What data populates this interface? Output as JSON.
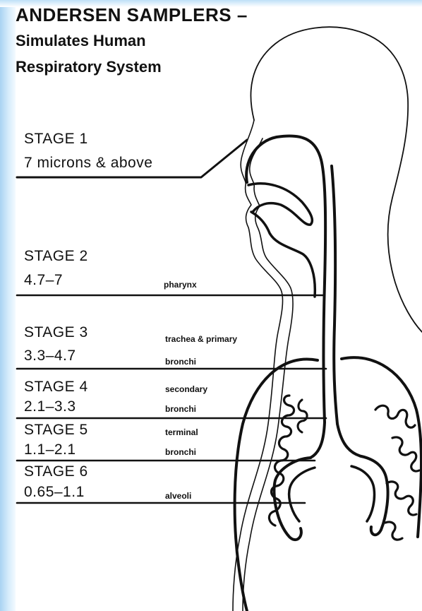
{
  "title": {
    "line1": "ANDERSEN SAMPLERS –",
    "line2": "Simulates Human",
    "line3": "Respiratory System"
  },
  "stages": [
    {
      "label": "STAGE 1",
      "range": "7 microns & above"
    },
    {
      "label": "STAGE 2",
      "range": "4.7–7"
    },
    {
      "label": "STAGE 3",
      "range": "3.3–4.7"
    },
    {
      "label": "STAGE 4",
      "range": "2.1–3.3"
    },
    {
      "label": "STAGE 5",
      "range": "1.1–2.1"
    },
    {
      "label": "STAGE 6",
      "range": "0.65–1.1"
    }
  ],
  "regions": {
    "pharynx": "pharynx",
    "trachea_line1": "trachea & primary",
    "trachea_line2": "bronchi",
    "secondary_line1": "secondary",
    "secondary_line2": "bronchi",
    "terminal_line1": "terminal",
    "terminal_line2": "bronchi",
    "alveoli": "alveoli"
  },
  "colors": {
    "ink": "#111111",
    "accent": "#a9d3f2",
    "background": "#ffffff"
  }
}
